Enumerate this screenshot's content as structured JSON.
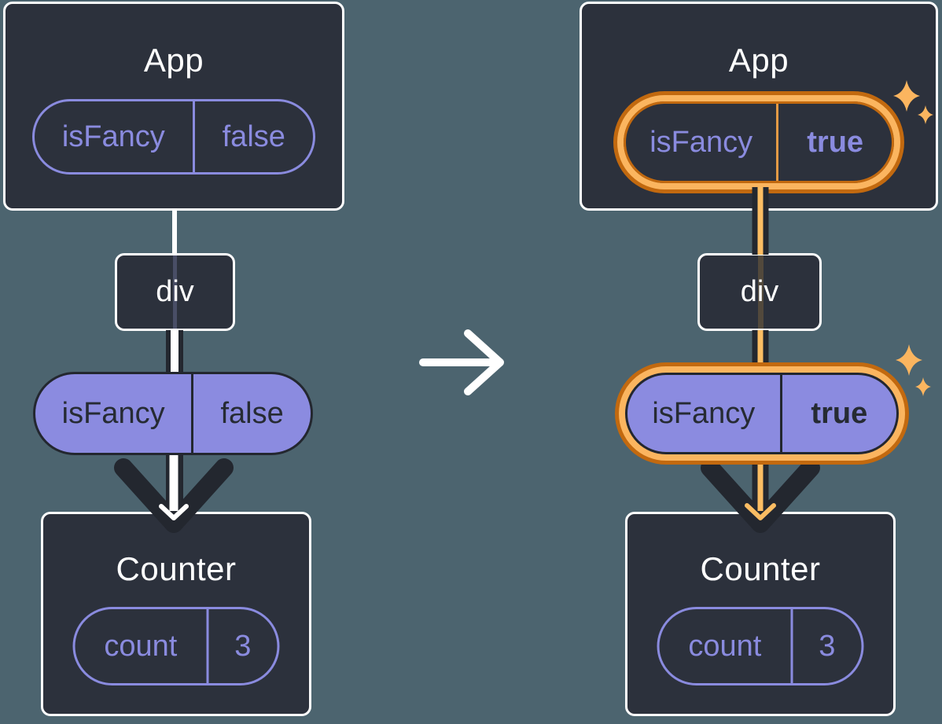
{
  "colors": {
    "background": "#4C646F",
    "panel": "#2C313C",
    "panel_border": "#FFFFFF",
    "purple": "#8A8BDF",
    "purple_fill": "#8B8BE0",
    "dark": "#23272F",
    "dark_text": "#262B33",
    "orange": "#C2690F",
    "orange_light": "#FBB55F",
    "orange_line": "#FBBD63",
    "orange_divider": "#E39A45",
    "muted_line_left": "#494E66",
    "muted_line_right": "#52493C",
    "white": "#FFFFFF"
  },
  "before": {
    "app": {
      "title": "App",
      "prop_name": "isFancy",
      "prop_value": "false"
    },
    "div_label": "div",
    "passed_prop": {
      "name": "isFancy",
      "value": "false"
    },
    "counter": {
      "title": "Counter",
      "state_name": "count",
      "state_value": "3"
    }
  },
  "after": {
    "app": {
      "title": "App",
      "prop_name": "isFancy",
      "prop_value": "true"
    },
    "div_label": "div",
    "passed_prop": {
      "name": "isFancy",
      "value": "true"
    },
    "counter": {
      "title": "Counter",
      "state_name": "count",
      "state_value": "3"
    }
  },
  "icons": {
    "transition_arrow": "arrow-right",
    "sparkle": "four-point-star"
  }
}
